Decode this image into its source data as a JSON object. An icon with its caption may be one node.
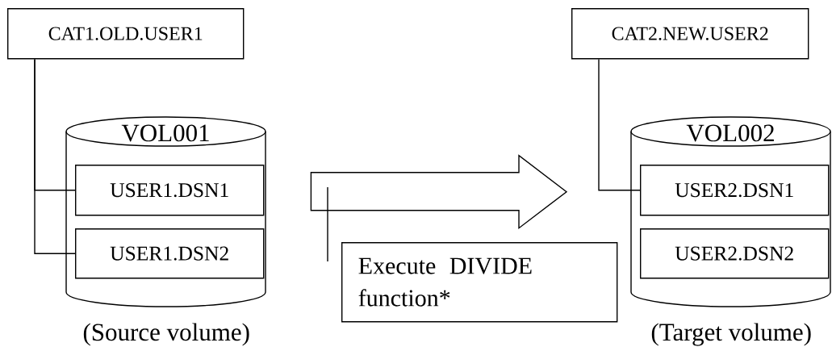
{
  "diagram": {
    "nodes": [
      {
        "text": [
          "CAT1.OLD.USER1"
        ]
      },
      {
        "text": [
          "VOL001"
        ],
        "beside": [
          "(Source volume)"
        ]
      },
      {
        "text": [
          "USER1.DSN1"
        ],
        "in": 1
      },
      {
        "text": [
          "USER1.DSN2"
        ],
        "in": 1
      },
      {
        "text": [
          "Execute DIVIDE function*"
        ]
      },
      {
        "text": [
          "CAT2.NEW.USER2"
        ]
      },
      {
        "text": [
          "VOL002"
        ],
        "beside": [
          "(Target volume)"
        ]
      },
      {
        "text": [
          "USER2.DSN1"
        ],
        "in": 6
      },
      {
        "text": [
          "USER2.DSN2"
        ],
        "in": 6
      }
    ],
    "edges": [
      {
        "from": 0,
        "to": 2,
        "arrow": "none"
      },
      {
        "from": 0,
        "to": 3,
        "arrow": "none"
      },
      {
        "from": 1,
        "to": 6,
        "arrow": "to"
      },
      {
        "from": 4,
        "to": null,
        "arrow": "none"
      },
      {
        "from": 5,
        "to": 7,
        "arrow": "none"
      }
    ]
  }
}
